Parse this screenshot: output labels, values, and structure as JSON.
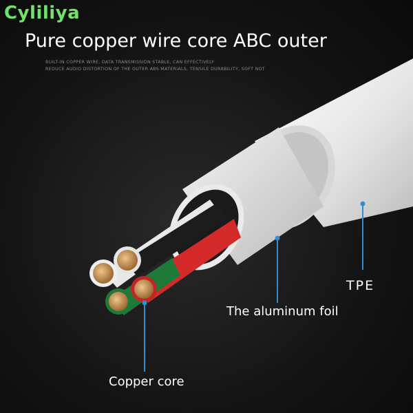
{
  "brand": "Cyliliya",
  "headline": "Pure copper wire core ABC outer",
  "subtext": {
    "line1": "BUILT-IN COPPER WIRE, DATA TRANSMISSION STABLE, CAN EFFECTIVELY",
    "line2": "REDUCE AUDIO DISTORTION OF THE OUTER ABS MATERIALS, TENSILE DURABILITY, SOFT NOT"
  },
  "callouts": {
    "tpe": "TPE",
    "aluminum_foil": "The aluminum foil",
    "copper_core": "Copper core"
  },
  "colors": {
    "brand": "#6fe36a",
    "callout_line": "#2f8fd0",
    "wire_red": "#d42a2a",
    "wire_black": "#1c1c1c",
    "wire_green": "#1f7a3a",
    "wire_white": "#e8e8e8",
    "copper": "#c08a4a"
  }
}
